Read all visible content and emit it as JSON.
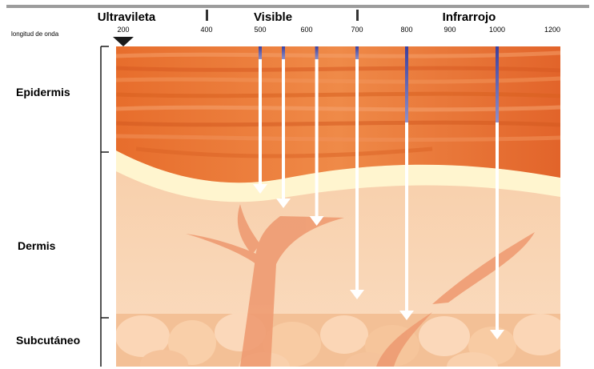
{
  "spectrum": {
    "regions": [
      "Ultravileta",
      "Visible",
      "Infrarrojo"
    ],
    "axis_label": "longitud de onda",
    "ticks": [
      "200",
      "400",
      "500",
      "600",
      "700",
      "800",
      "900",
      "1000",
      "1200"
    ]
  },
  "layers": [
    "Epidermis",
    "Dermis",
    "Subcutáneo"
  ],
  "penetration": [
    {
      "wavelength": 500,
      "depth": "dermis"
    },
    {
      "wavelength": 550,
      "depth": "dermis"
    },
    {
      "wavelength": 620,
      "depth": "dermis"
    },
    {
      "wavelength": 700,
      "depth": "dermis"
    },
    {
      "wavelength": 800,
      "depth": "subcutaneous"
    },
    {
      "wavelength": 1000,
      "depth": "subcutaneous"
    }
  ],
  "colors": {
    "epidermis": "#e8702f",
    "dermis": "#f8d1ad",
    "subcutaneous": "#f4c39a",
    "boundary": "#fff5cf",
    "vessel": "#ee9b72",
    "ray_entry": "#4f53a8",
    "ray": "#ffffff"
  }
}
